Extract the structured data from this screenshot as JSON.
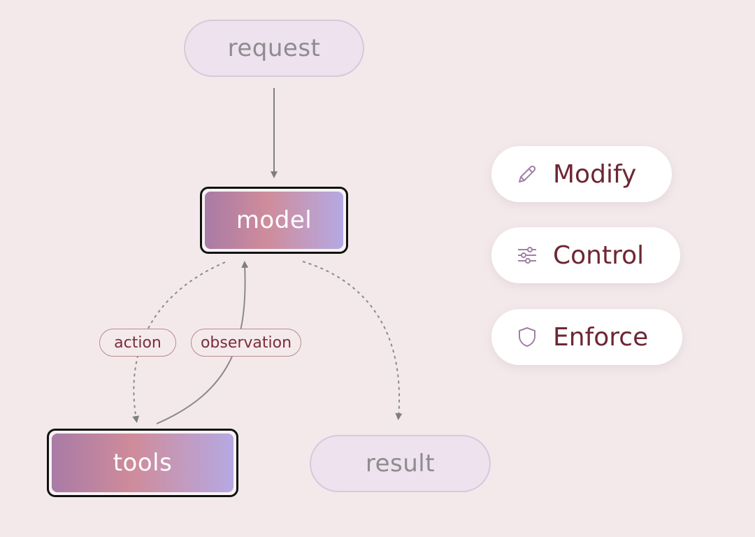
{
  "nodes": {
    "request": "request",
    "model": "model",
    "tools": "tools",
    "result": "result"
  },
  "edge_labels": {
    "action": "action",
    "observation": "observation"
  },
  "capabilities": [
    {
      "label": "Modify",
      "icon": "pencil-icon"
    },
    {
      "label": "Control",
      "icon": "sliders-icon"
    },
    {
      "label": "Enforce",
      "icon": "shield-icon"
    }
  ],
  "colors": {
    "background": "#f3e9eb",
    "gradient_start": "#a97ba6",
    "gradient_mid": "#cf8c9b",
    "gradient_end": "#b5a9e3",
    "label_text": "#7a2d3a",
    "capability_text": "#6e2634",
    "arrow": "#7f7f7f"
  }
}
